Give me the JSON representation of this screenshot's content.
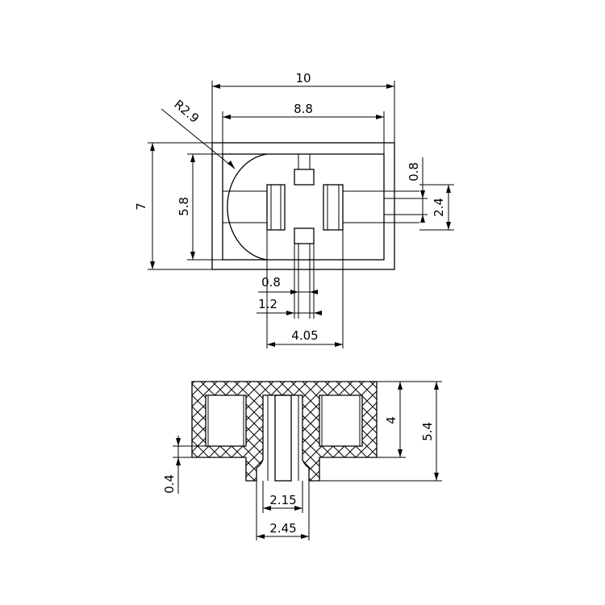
{
  "top_view": {
    "width_outer": "10",
    "width_inner": "8.8",
    "radius": "R2.9",
    "height_outer": "7",
    "height_inner": "5.8",
    "pin_width_right": "0.8",
    "pin_pitch_right": "2.4",
    "pin_width_bottom": "0.8",
    "pin_span_bottom": "1.2",
    "pad_span": "4.05"
  },
  "side_view": {
    "height_body": "4",
    "height_total": "5.4",
    "wall": "0.4",
    "slot_inner": "2.15",
    "slot_outer": "2.45"
  },
  "colors": {
    "line": "#000000",
    "background": "#ffffff"
  }
}
